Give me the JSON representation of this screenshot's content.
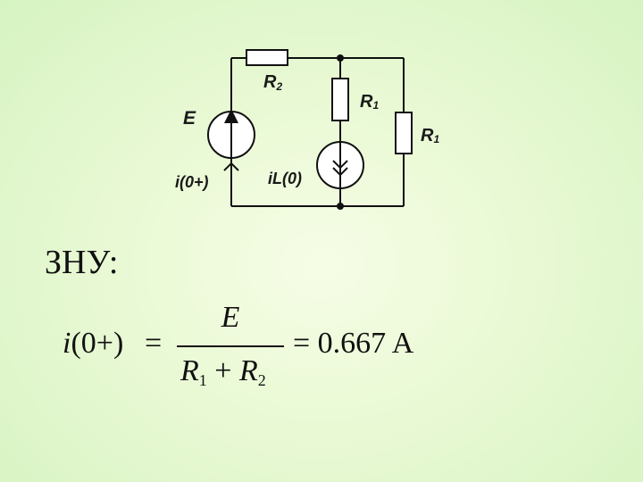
{
  "circuit": {
    "source_label": "E",
    "resistor_top_label": "R",
    "resistor_top_sub": "2",
    "resistor_mid_label": "R",
    "resistor_mid_sub": "1",
    "resistor_right_label": "R",
    "resistor_right_sub": "1",
    "current_source_label": "i(0+)",
    "inductor_current_label": "iL(0)"
  },
  "heading": "ЗНУ:",
  "formula": {
    "lhs_var": "i",
    "lhs_arg": "(0+)",
    "equals1": "=",
    "numerator": "E",
    "den_r1": "R",
    "den_r1_sub": "1",
    "den_plus": " + ",
    "den_r2": "R",
    "den_r2_sub": "2",
    "rhs": "= 0.667 A"
  }
}
